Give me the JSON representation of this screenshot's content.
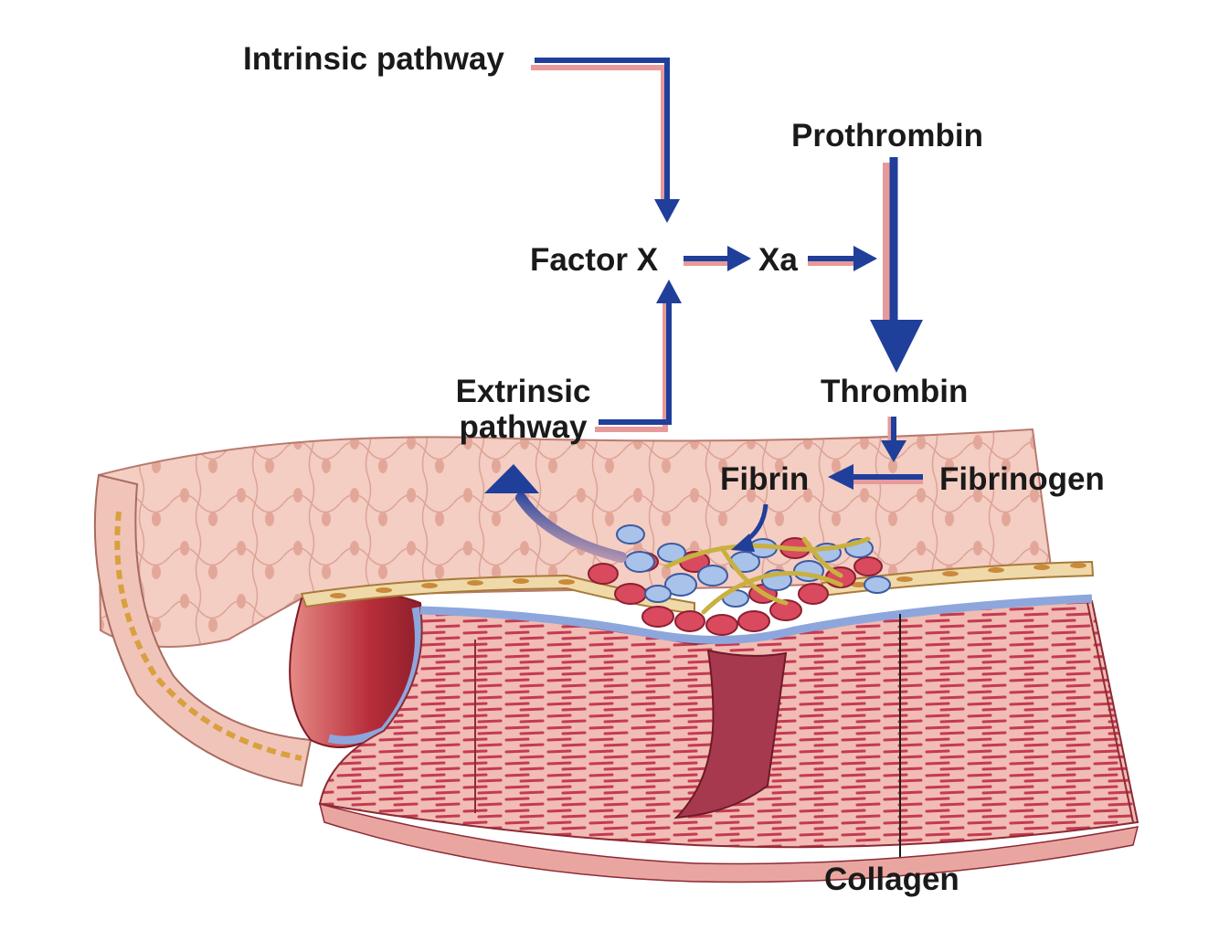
{
  "labels": {
    "intrinsic_pathway": "Intrinsic pathway",
    "prothrombin": "Prothrombin",
    "factor_x": "Factor X",
    "xa": "Xa",
    "extrinsic_line1": "Extrinsic",
    "extrinsic_line2": "pathway",
    "thrombin": "Thrombin",
    "fibrin": "Fibrin",
    "fibrinogen": "Fibrinogen",
    "collagen": "Collagen"
  },
  "colors": {
    "arrow_blue": "#1f3f9a",
    "arrow_shadow_pink": "#e79a9a",
    "vessel_pink": "#f3c7bd",
    "muscle_red": "#c93a4e",
    "endothelium_tan": "#f0d9a8",
    "basement_blue": "#7f9ad6",
    "rbc_red": "#d94a5e",
    "platelet_blue": "#a8c2ea",
    "fibrin_gold": "#c9b040"
  }
}
